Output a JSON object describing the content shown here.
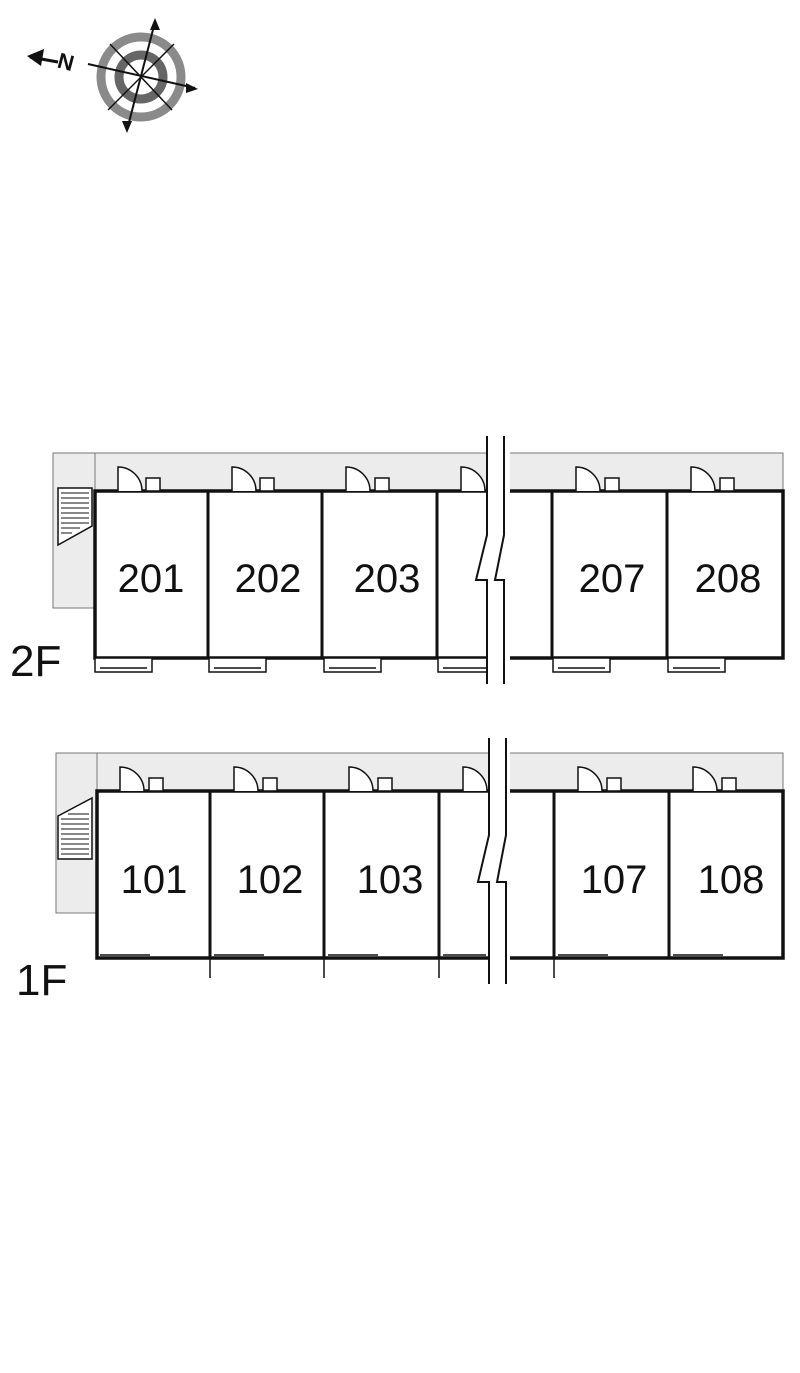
{
  "compass": {
    "north_label": "N",
    "icon": "compass-rose-icon"
  },
  "floors": [
    {
      "label": "2F",
      "units": [
        {
          "label": "201"
        },
        {
          "label": "202"
        },
        {
          "label": "203"
        },
        {
          "label": ""
        },
        {
          "label": "207"
        },
        {
          "label": "208"
        }
      ]
    },
    {
      "label": "1F",
      "units": [
        {
          "label": "101"
        },
        {
          "label": "102"
        },
        {
          "label": "103"
        },
        {
          "label": ""
        },
        {
          "label": "107"
        },
        {
          "label": "108"
        }
      ]
    }
  ],
  "colors": {
    "walkway": "#ececec",
    "wall": "#111111",
    "compass_ring": "#8a8a8a"
  }
}
